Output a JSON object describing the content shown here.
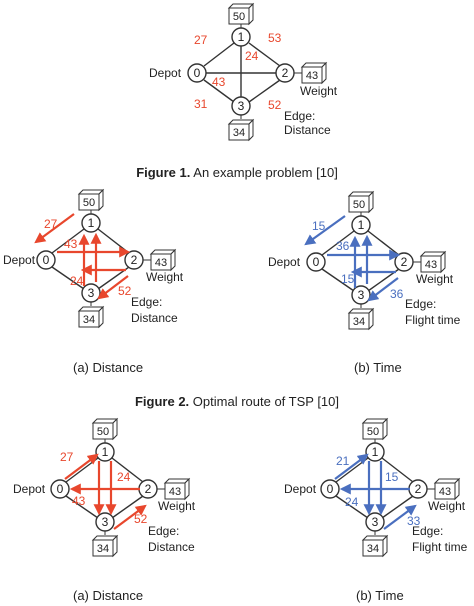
{
  "colors": {
    "distance": "#e8472d",
    "time": "#4a6fbf",
    "line": "#333333"
  },
  "fig1": {
    "box_top": "50",
    "box_right": "43",
    "box_bottom": "34",
    "node1": "1",
    "node2": "2",
    "node3": "3",
    "node0": "0",
    "depot": "Depot",
    "weight": "Weight",
    "edge": "Edge:",
    "metric": "Distance",
    "d01": "27",
    "d12": "53",
    "d13": "24",
    "d02": "43",
    "d03": "31",
    "d23": "52"
  },
  "fig1_caption": {
    "label": "Figure 1.",
    "text": "An example problem [10]"
  },
  "fig2a": {
    "box_top": "50",
    "box_right": "43",
    "box_bottom": "34",
    "node1": "1",
    "node2": "2",
    "node3": "3",
    "node0": "0",
    "depot": "Depot",
    "weight": "Weight",
    "edge": "Edge:",
    "metric": "Distance",
    "v1": "27",
    "v2": "43",
    "v3": "24",
    "v4": "52"
  },
  "fig2b": {
    "box_top": "50",
    "box_right": "43",
    "box_bottom": "34",
    "node1": "1",
    "node2": "2",
    "node3": "3",
    "node0": "0",
    "depot": "Depot",
    "weight": "Weight",
    "edge": "Edge:",
    "metric": "Flight time",
    "v1": "15",
    "v2": "36",
    "v3": "15",
    "v4": "36"
  },
  "fig2_sub_a": "(a) Distance",
  "fig2_sub_b": "(b) Time",
  "fig2_caption": {
    "label": "Figure 2.",
    "text": "Optimal route of TSP [10]"
  },
  "fig3a": {
    "box_top": "50",
    "box_right": "43",
    "box_bottom": "34",
    "node1": "1",
    "node2": "2",
    "node3": "3",
    "node0": "0",
    "depot": "Depot",
    "weight": "Weight",
    "edge": "Edge:",
    "metric": "Distance",
    "v1": "27",
    "v2": "24",
    "v3": "43",
    "v4": "52"
  },
  "fig3b": {
    "box_top": "50",
    "box_right": "43",
    "box_bottom": "34",
    "node1": "1",
    "node2": "2",
    "node3": "3",
    "node0": "0",
    "depot": "Depot",
    "weight": "Weight",
    "edge": "Edge:",
    "metric": "Flight time",
    "v1": "21",
    "v2": "15",
    "v3": "24",
    "v4": "33"
  },
  "fig3_sub_a": "(a) Distance",
  "fig3_sub_b": "(b) Time"
}
